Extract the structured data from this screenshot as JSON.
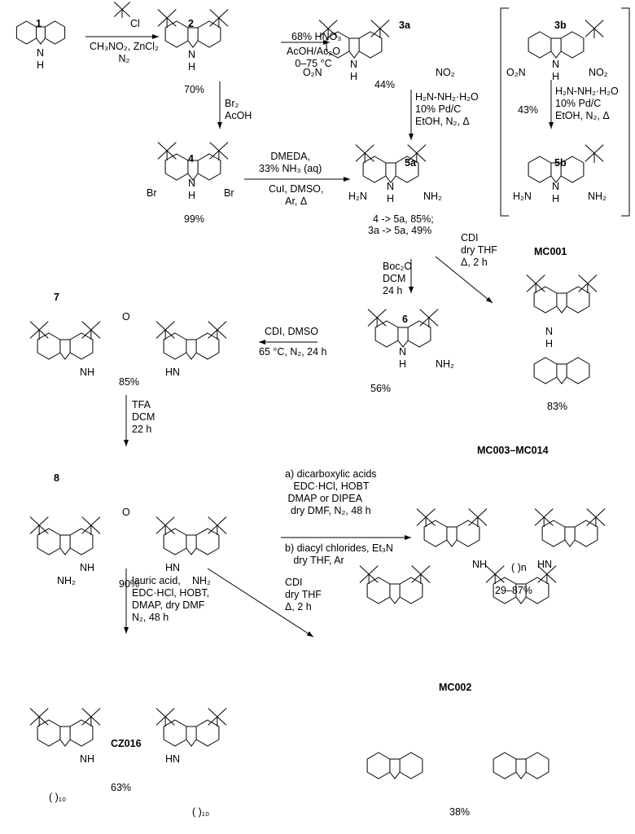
{
  "compounds": {
    "c1": "1",
    "c2": "2",
    "c3a": "3a",
    "c3b": "3b",
    "c4": "4",
    "c5a": "5a",
    "c5b": "5b",
    "c6": "6",
    "c7": "7",
    "c8": "8",
    "mc001": "MC001",
    "mc003": "MC003–MC014",
    "cz016": "CZ016",
    "mc002": "MC002"
  },
  "atoms": {
    "nh": "N\nH",
    "cl": "Cl",
    "o2n": "O₂N",
    "no2": "NO₂",
    "br": "Br",
    "h2n": "H₂N",
    "nh2": "NH₂",
    "hn": "HN",
    "nh_": "NH",
    "o": "O",
    "n10": "( )₁₀",
    "n": "( )n"
  },
  "conditions": {
    "step1_below": "CH₃NO₂, ZnCl₂\nN₂",
    "step2_above": "68% HNO₃",
    "step2_below": "AcOH/Ac₂O\n0–75 °C",
    "step3": "Br₂\nAcOH",
    "step4": "H₂N-NH₂·H₂O\n10% Pd/C\nEtOH, N₂, Δ",
    "step4b": "H₂N-NH₂·H₂O\n10% Pd/C\nEtOH, N₂, Δ",
    "step5_above": "DMEDA,\n33% NH₃ (aq)",
    "step5_below": "CuI, DMSO,\nAr, Δ",
    "step6": "Boc₂O\nDCM\n24 h",
    "step7": "CDI\ndry THF\nΔ, 2 h",
    "step8": "CDI, DMSO",
    "step8_below": "65 °C, N₂, 24 h",
    "step9": "TFA\nDCM\n22 h",
    "step10_above": "a) dicarboxylic acids\n   EDC·HCl, HOBT\n DMAP or DIPEA\n  dry DMF, N₂, 48 h",
    "step10_below": "b) diacyl chlorides, Et₃N\n   dry THF, Ar",
    "step11": "lauric acid,\nEDC·HCl, HOBT,\nDMAP, dry DMF\nN₂, 48 h",
    "step12": "CDI\ndry THF\nΔ, 2 h"
  },
  "yields": {
    "y2": "70%",
    "y3a": "44%",
    "y3b": "43%",
    "y4": "99%",
    "y5a_1": "4 -> 5a, 85%;",
    "y5a_2": "3a -> 5a, 49%",
    "y6": "56%",
    "ymc001": "83%",
    "y7": "85%",
    "y8": "90%",
    "ymc003": "29–87%",
    "ycz016": "63%",
    "ymc002": "38%"
  }
}
